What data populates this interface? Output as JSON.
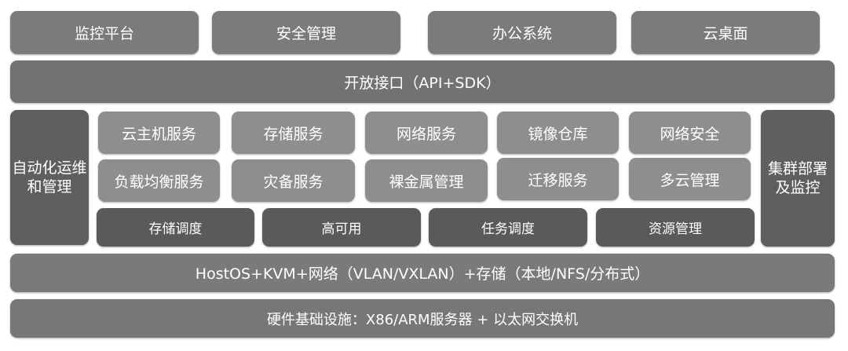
{
  "apps": [
    "监控平台",
    "安全管理",
    "办公系统",
    "云桌面"
  ],
  "api": "开放接口（API+SDK）",
  "left_panel": {
    "line1": "自动化运维",
    "line2": "和管理"
  },
  "right_panel": {
    "line1": "集群部署",
    "line2": "及监控"
  },
  "services_row1": [
    "云主机服务",
    "存储服务",
    "网络服务",
    "镜像仓库",
    "网络安全"
  ],
  "services_row2": [
    "负载均衡服务",
    "灾备服务",
    "裸金属管理",
    "迁移服务",
    "多云管理"
  ],
  "core": [
    "存储调度",
    "高可用",
    "任务调度",
    "资源管理"
  ],
  "host": "HostOS+KVM+网络（VLAN/VXLAN）+存储（本地/NFS/分布式）",
  "hardware": "硬件基础设施：X86/ARM服务器 + 以太网交换机",
  "colors": {
    "app": "#7b7b7b",
    "api": "#727272",
    "side": "#5f5f5f",
    "service": "#8e8e8e",
    "core": "#5a5a5a",
    "host": "#7a7a7a",
    "hardware": "#777777"
  }
}
